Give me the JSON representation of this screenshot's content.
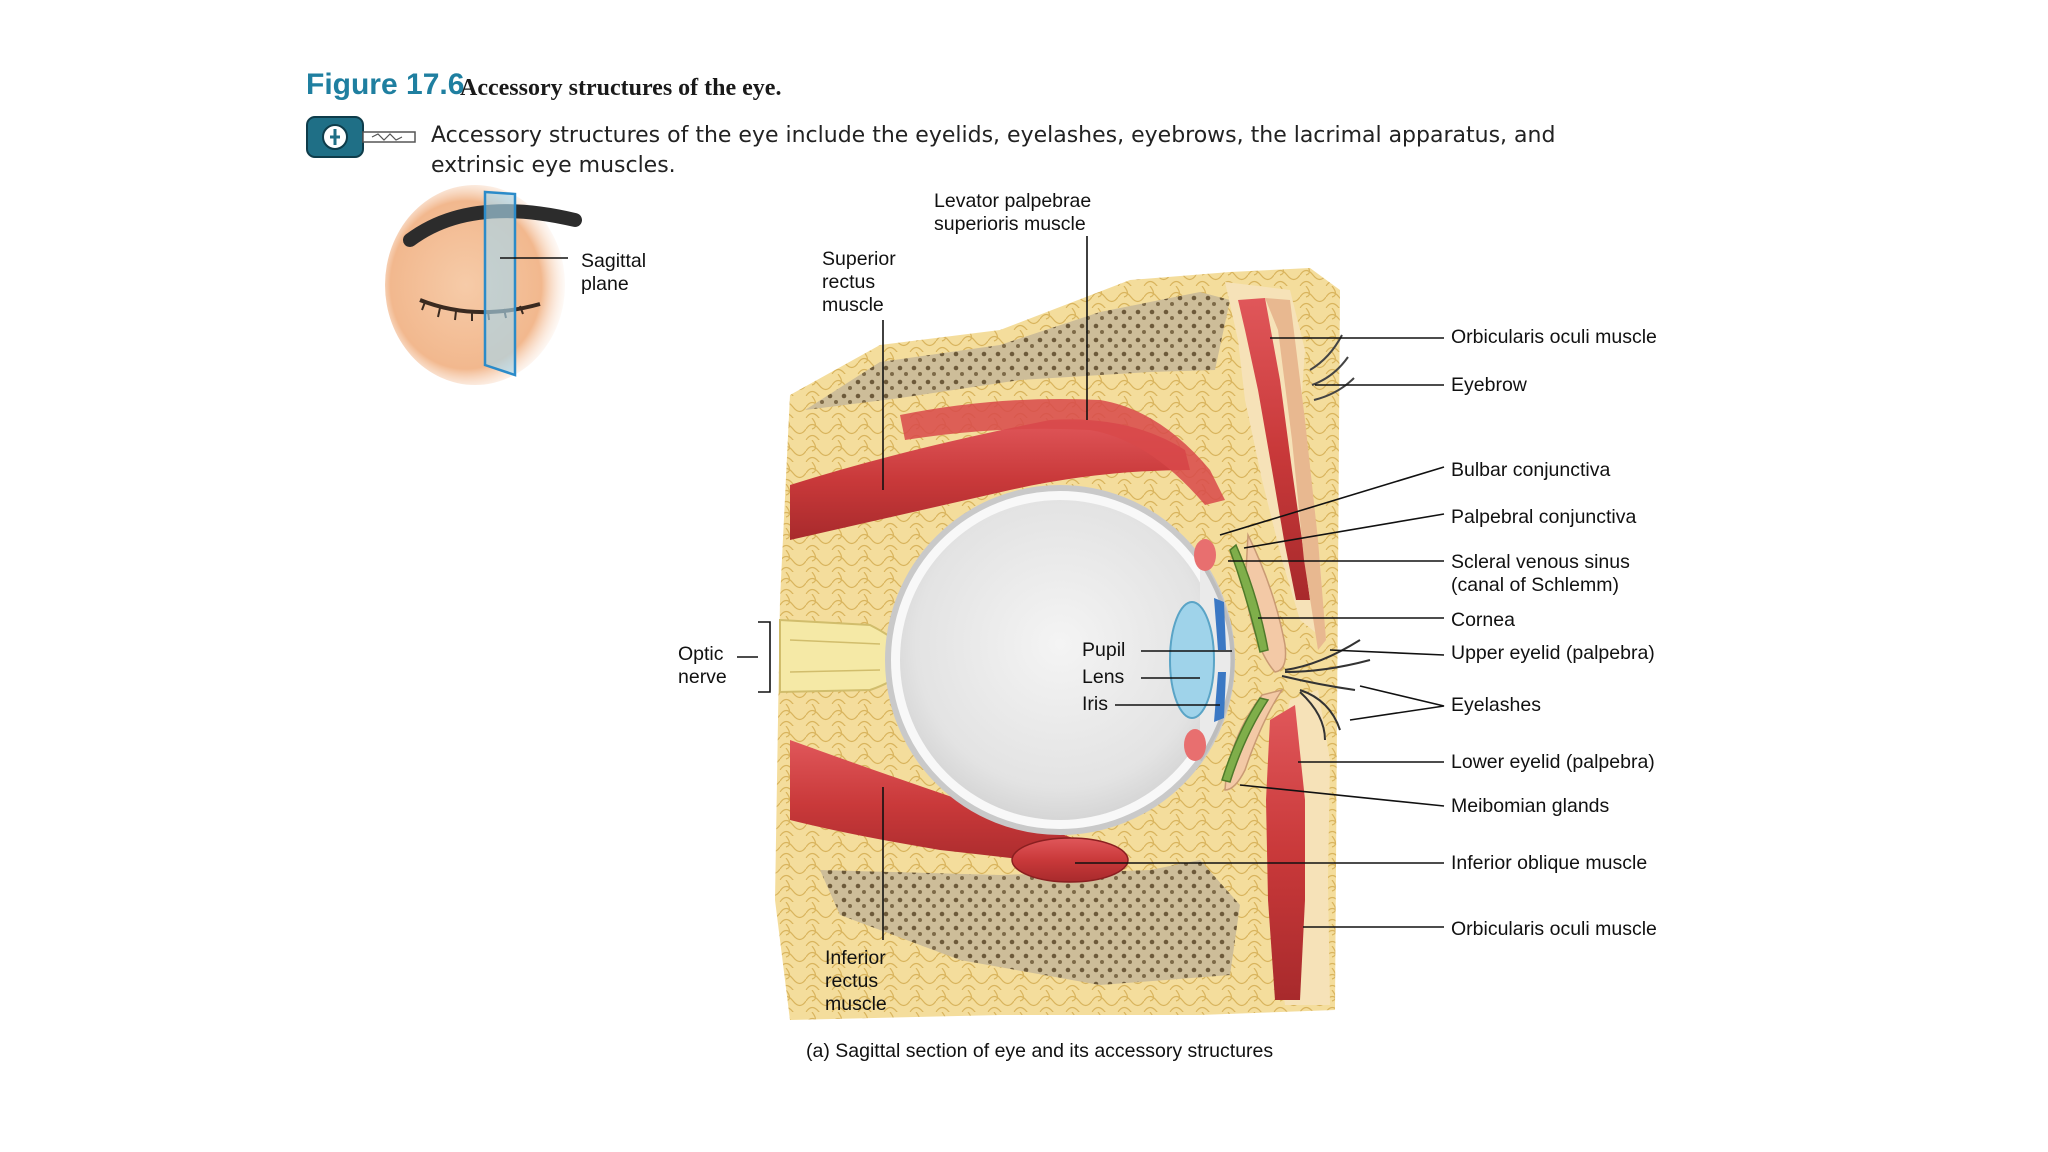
{
  "figure": {
    "number": "Figure 17.6",
    "title": "Accessory structures of the eye.",
    "intro": "Accessory structures of the eye include the eyelids, eyelashes, eyebrows, the lacrimal apparatus, and extrinsic eye muscles.",
    "caption": "(a) Sagittal section of eye and its accessory structures"
  },
  "labels": {
    "sagittal_plane": "Sagittal plane",
    "levator": "Levator palpebrae superioris muscle",
    "superior_rectus": "Superior rectus muscle",
    "optic_nerve": "Optic nerve",
    "pupil": "Pupil",
    "lens": "Lens",
    "iris": "Iris",
    "inferior_rectus": "Inferior rectus muscle",
    "orbicularis_top": "Orbicularis oculi muscle",
    "eyebrow": "Eyebrow",
    "bulbar_conjunctiva": "Bulbar conjunctiva",
    "palpebral_conjunctiva": "Palpebral conjunctiva",
    "scleral_venous_sinus": "Scleral venous sinus\n(canal of Schlemm)",
    "cornea": "Cornea",
    "upper_eyelid": "Upper eyelid (palpebra)",
    "eyelashes": "Eyelashes",
    "lower_eyelid": "Lower eyelid (palpebra)",
    "meibomian_glands": "Meibomian glands",
    "inferior_oblique": "Inferior oblique muscle",
    "orbicularis_bottom": "Orbicularis oculi muscle"
  },
  "colors": {
    "figure_number": "#1f7fa0",
    "muscle": "#c9393a",
    "fat": "#f3dc9a",
    "bone": "#d8c9a8",
    "eyeball": "#e9e9e9",
    "lens": "#9fd3ea",
    "iris": "#3b78c4",
    "gland": "#7fae4a"
  },
  "icons": {
    "key": "key-icon"
  }
}
